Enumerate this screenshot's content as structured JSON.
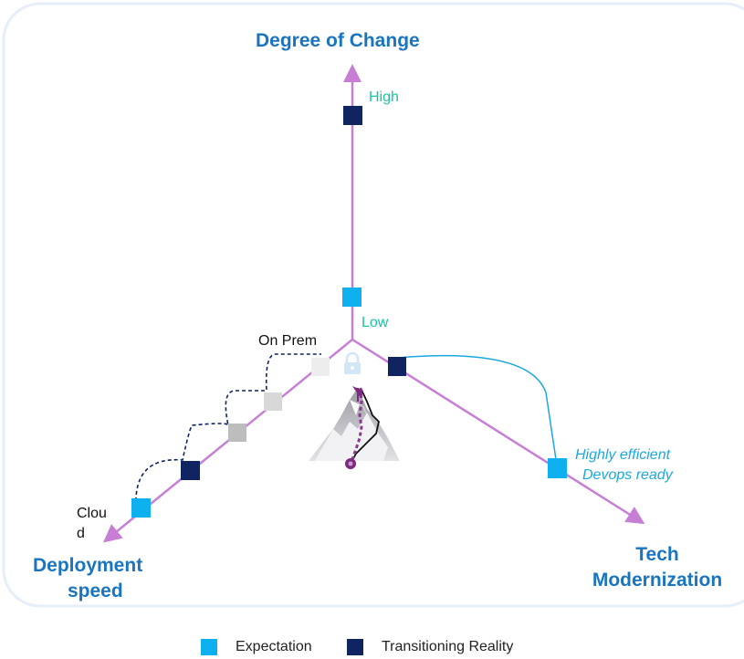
{
  "axes": {
    "degree_of_change": "Degree of Change",
    "deployment_speed": [
      "Deployment",
      "speed"
    ],
    "tech_modernization": [
      "Tech",
      "Modernization"
    ]
  },
  "labels": {
    "high": "High",
    "low": "Low",
    "on_prem": "On Prem",
    "cloud": [
      "Clou",
      "d"
    ],
    "tech_end": [
      "Highly efficient",
      "Devops ready"
    ]
  },
  "legend": {
    "expectation": "Expectation",
    "reality": "Transitioning Reality"
  },
  "colors": {
    "axis": "#c77fd6",
    "expectation": "#0fb0ef",
    "reality": "#0f2461",
    "title": "#1a75c0",
    "teal_label": "#19c4a0",
    "frame": "#e6eef8"
  },
  "icons": [
    "mountain-icon",
    "lock-icon"
  ]
}
